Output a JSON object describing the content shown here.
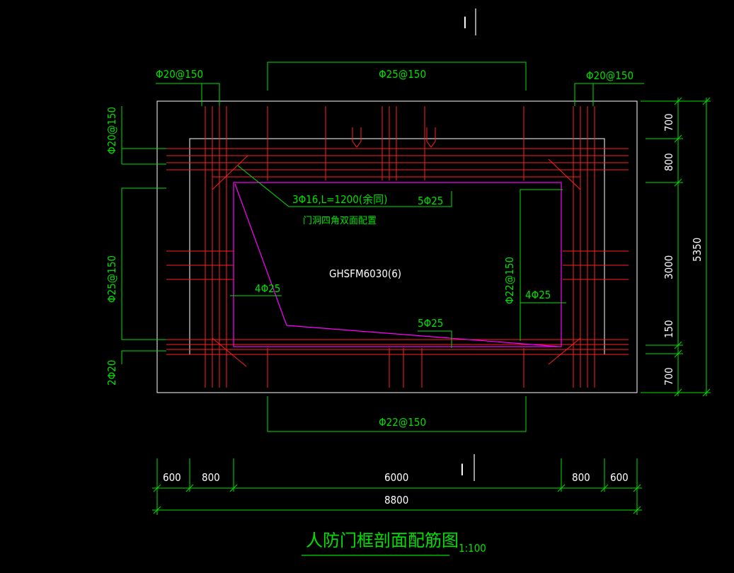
{
  "section_marks": {
    "top": "I",
    "bottom": "I"
  },
  "rebar_labels": {
    "top_left": "Φ20@150",
    "top_center": "Φ25@150",
    "top_right": "Φ20@150",
    "left_upper": "Φ20@150",
    "left_middle": "Φ25@150",
    "left_bottom": "2Φ20",
    "right_middle": "Φ22@150",
    "bottom_center": "Φ22@150",
    "corner_bars": "3Φ16,L=1200(余同)",
    "corner_note": "门洞四角双面配置",
    "top_opening": "5Φ25",
    "left_opening": "4Φ25",
    "bottom_opening": "5Φ25",
    "right_opening": "4Φ25"
  },
  "door_model": "GHSFM6030(6)",
  "dims_right": {
    "d1": "700",
    "d2": "800",
    "d3": "3000",
    "d4": "150",
    "d5": "700",
    "total": "5350"
  },
  "dims_bottom": {
    "d1": "600",
    "d2": "800",
    "d3": "6000",
    "d4": "800",
    "d5": "600",
    "total": "8800"
  },
  "title": "人防门框剖面配筋图",
  "scale": "1:100",
  "colors": {
    "bg": "#000000",
    "outline": "#ffffff",
    "rebar": "#ff2020",
    "dim": "#00e000",
    "door": "#ff00ff"
  }
}
